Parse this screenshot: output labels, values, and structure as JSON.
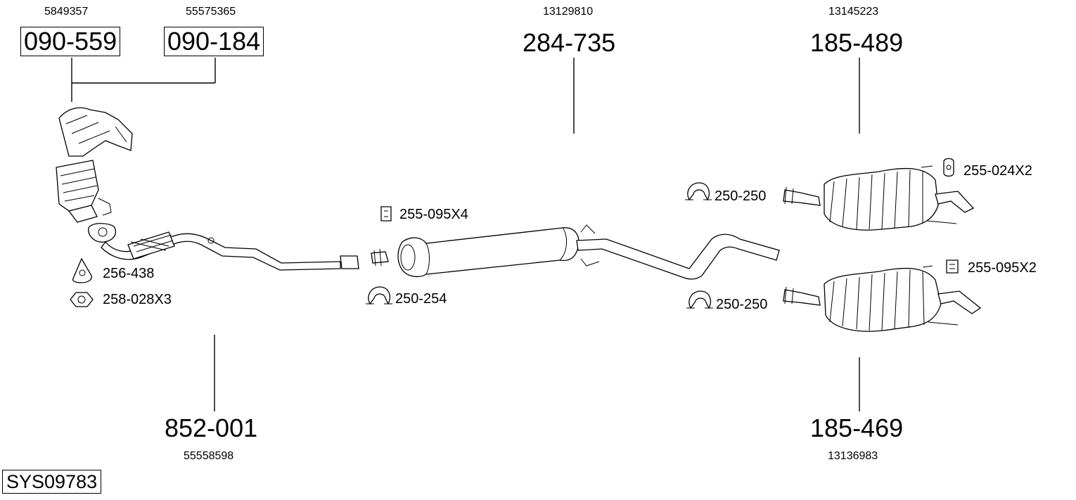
{
  "system": {
    "code": "SYS09783"
  },
  "parts": {
    "manifold_cat_a": {
      "number": "090-559",
      "oe": "5849357"
    },
    "manifold_cat_b": {
      "number": "090-184",
      "oe": "55575365"
    },
    "front_pipe": {
      "number": "852-001",
      "oe": "55558598"
    },
    "middle_silencer": {
      "number": "284-735",
      "oe": "13129810"
    },
    "rear_silencer_upper": {
      "number": "185-489",
      "oe": "13145223"
    },
    "rear_silencer_lower": {
      "number": "185-469",
      "oe": "13136983"
    }
  },
  "accessories": {
    "gasket": "256-438",
    "nut": "258-028X3",
    "rubber_mount_mid": "255-095X4",
    "clamp_mid": "250-254",
    "clamp_rear_upper": "250-250",
    "clamp_rear_lower": "250-250",
    "rubber_mount_rear_upper": "255-024X2",
    "rubber_mount_rear_lower": "255-095X2"
  }
}
